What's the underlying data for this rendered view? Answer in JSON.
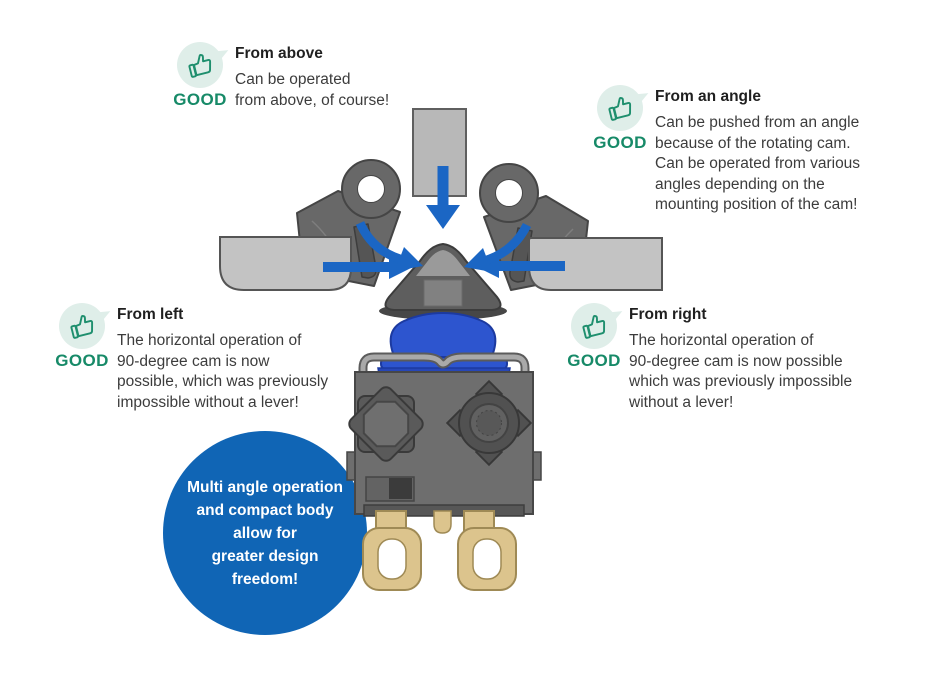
{
  "figure": {
    "badge_label": "GOOD",
    "badge_icon": "thumbs-up-icon",
    "callouts": [
      {
        "id": "above",
        "title": "From above",
        "lines": [
          "Can be operated",
          "from above, of course!"
        ]
      },
      {
        "id": "angle",
        "title": "From an angle",
        "lines": [
          "Can be pushed from an angle",
          "because of the rotating cam.",
          "Can be operated from various",
          "angles depending on the",
          "mounting position of the cam!"
        ]
      },
      {
        "id": "left",
        "title": "From left",
        "lines": [
          "The horizontal operation of",
          "90-degree cam is now",
          "possible, which was previously",
          "impossible without a lever!"
        ]
      },
      {
        "id": "right",
        "title": "From right",
        "lines": [
          "The horizontal operation of",
          "90-degree cam is now possible",
          "which was previously impossible",
          "without a lever!"
        ]
      }
    ],
    "highlight": {
      "lines": [
        "Multi angle operation",
        "and compact body",
        "allow for",
        "greater design",
        "freedom!"
      ]
    },
    "colors": {
      "good_green": "#178a68",
      "badge_mint": "#dfeee9",
      "arrow_blue": "#1b66c4",
      "highlight_blue": "#1065b5",
      "switch_blue": "#2d55cf",
      "terminal_gold": "#dcc48d",
      "body_gray": "#6e6e6e"
    }
  }
}
